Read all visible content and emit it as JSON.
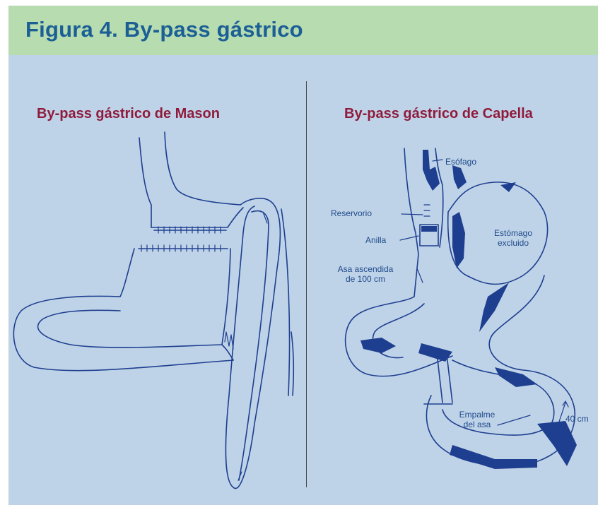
{
  "figure": {
    "title": "Figura 4. By-pass gástrico",
    "colors": {
      "header_bg": "#b7dcb0",
      "panel_bg": "#bfd3e8",
      "title": "#1b5f95",
      "subtitle": "#8f1b3c",
      "line": "#1e3f8f"
    }
  },
  "panels": {
    "left": {
      "subtitle": "By-pass gástrico de Mason"
    },
    "right": {
      "subtitle": "By-pass gástrico de Capella",
      "labels": {
        "esofago": "Esófago",
        "reservorio": "Reservorio",
        "anilla": "Anilla",
        "estomago_line1": "Estómago",
        "estomago_line2": "excluido",
        "asa_line1": "Asa ascendida",
        "asa_line2": "de 100 cm",
        "empalme_line1": "Empalme",
        "empalme_line2": "del asa",
        "distancia": "40 cm"
      }
    }
  }
}
